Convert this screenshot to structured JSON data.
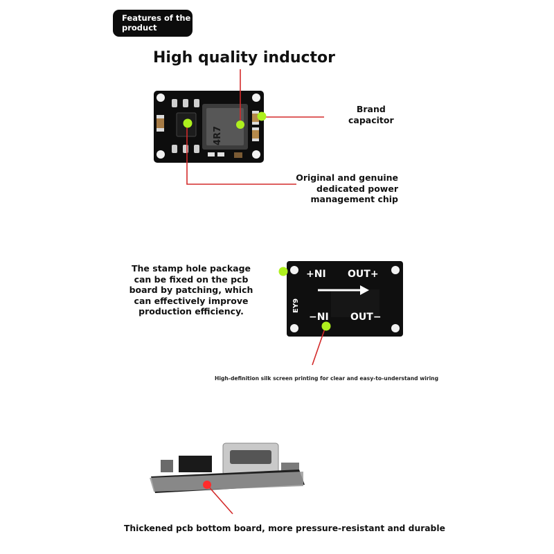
{
  "badge": {
    "line1": "Features of the",
    "line2": "product"
  },
  "heading": "High quality inductor",
  "brand_capacitor": {
    "line1": "Brand",
    "line2": "capacitor"
  },
  "chip": {
    "line1": "Original and genuine",
    "line2": "dedicated power",
    "line3": "management chip"
  },
  "inductor_marking": "4R7",
  "stamp": {
    "line1": "The stamp hole package",
    "line2": "can be fixed on the pcb",
    "line3": "board by patching, which",
    "line4": "can effectively improve",
    "line5": "production efficiency."
  },
  "silkscreen": {
    "in_plus": "+NI",
    "out_plus": "OUT+",
    "in_minus": "−NI",
    "out_minus": "OUT−",
    "model": "EY9"
  },
  "silk_caption": "High-definition silk screen printing for clear and easy-to-understand wiring",
  "bottom_caption": "Thickened pcb bottom board, more pressure-resistant and durable",
  "colors": {
    "marker_green": "#aef01e",
    "callout_red": "#d32a2a",
    "marker_red": "#ff2b2b",
    "pcb_black": "#111111"
  }
}
